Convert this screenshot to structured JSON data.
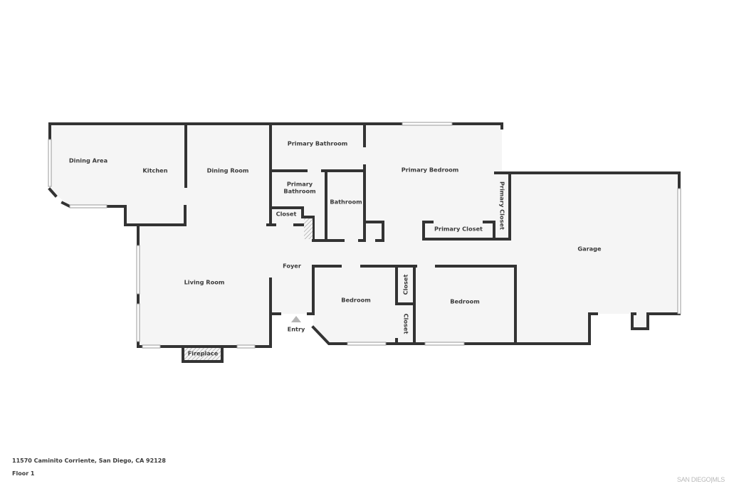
{
  "floorplan": {
    "address": "11570 Caminito Corriente, San Diego, CA 92128",
    "floor": "Floor 1",
    "brand": "SAN DIEGO|MLS",
    "colors": {
      "wall": "#333333",
      "floor": "#f5f5f5",
      "window": "#e0e0e0",
      "hatch": "#888888",
      "label": "#3b3b3b"
    },
    "rooms": {
      "dining_area": "Dining Area",
      "kitchen": "Kitchen",
      "dining_room": "Dining Room",
      "primary_bathroom_1": "Primary Bathroom",
      "primary_bathroom_2a": "Primary",
      "primary_bathroom_2b": "Bathroom",
      "closet_small": "Closet",
      "bathroom": "Bathroom",
      "primary_bedroom": "Primary Bedroom",
      "primary_closet_vertical": "Primary Closet",
      "primary_closet": "Primary Closet",
      "garage": "Garage",
      "foyer": "Foyer",
      "living_room": "Living Room",
      "fireplace": "Fireplace",
      "entry": "Entry",
      "bedroom_1": "Bedroom",
      "bedroom_2": "Bedroom",
      "closet_upper": "Closet",
      "closet_lower": "Closet"
    }
  }
}
